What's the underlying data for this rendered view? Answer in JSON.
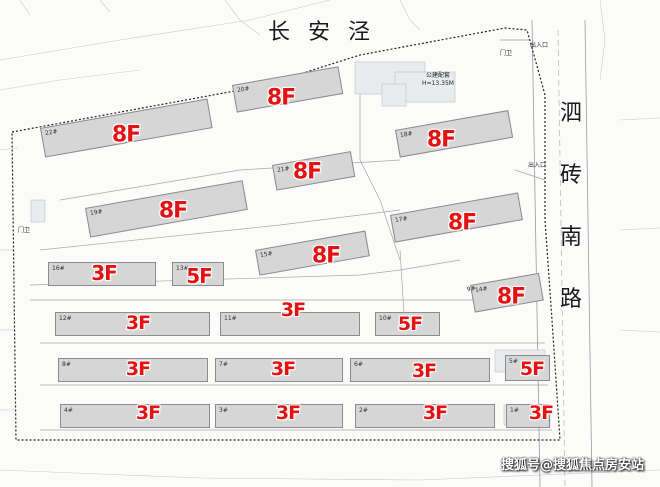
{
  "roads": {
    "north": "长安泾",
    "east": [
      "泗",
      "砖",
      "南",
      "路"
    ]
  },
  "facility_label": "公建配套",
  "facility_height": "H=13.35M",
  "small_labels": [
    "门卫",
    "门卫",
    "出入口",
    "出入口"
  ],
  "buildings": [
    {
      "num": "22#",
      "floor": "8F"
    },
    {
      "num": "20#",
      "floor": "8F"
    },
    {
      "num": "21#",
      "floor": "8F"
    },
    {
      "num": "18#",
      "floor": "8F"
    },
    {
      "num": "19#",
      "floor": "8F"
    },
    {
      "num": "17#",
      "floor": "8F"
    },
    {
      "num": "15#",
      "floor": "8F"
    },
    {
      "num": "14#",
      "floor": "8F"
    },
    {
      "num": "16#",
      "floor": "3F"
    },
    {
      "num": "13#",
      "floor": "5F"
    },
    {
      "num": "12#",
      "floor": "3F"
    },
    {
      "num": "11#",
      "floor": "3F"
    },
    {
      "num": "10#",
      "floor": "5F"
    },
    {
      "num": "9#",
      "floor": "8F"
    },
    {
      "num": "8#",
      "floor": "3F"
    },
    {
      "num": "7#",
      "floor": "3F"
    },
    {
      "num": "6#",
      "floor": "3F"
    },
    {
      "num": "5#",
      "floor": "5F"
    },
    {
      "num": "4#",
      "floor": "3F"
    },
    {
      "num": "3#",
      "floor": "3F"
    },
    {
      "num": "2#",
      "floor": "3F"
    },
    {
      "num": "1#",
      "floor": "3F"
    }
  ],
  "watermark": "搜狐号@搜狐焦点房安站"
}
